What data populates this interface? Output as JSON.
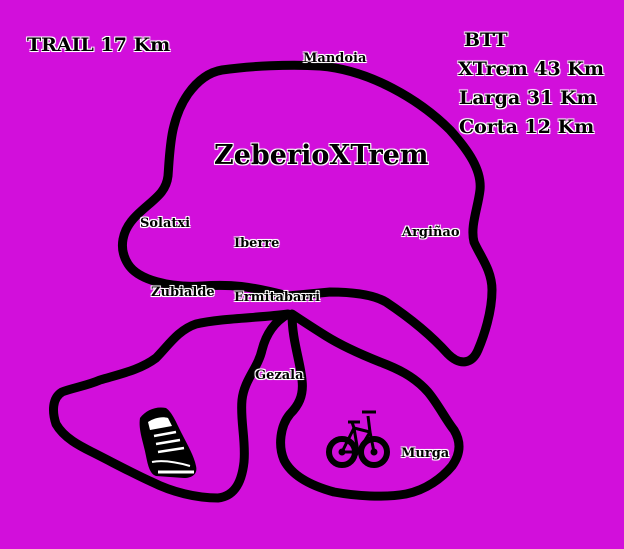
{
  "title": "ZeberioXTrem",
  "trail": {
    "label": "TRAIL 17 Km"
  },
  "btt": {
    "heading": "BTT",
    "routes": [
      "XTrem 43 Km",
      "Larga 31 Km",
      "Corta 12 Km"
    ]
  },
  "places": {
    "mandoia": "Mandoia",
    "solatxi": "Solatxi",
    "iberre": "Iberre",
    "arginao": "Argiñao",
    "zubialde": "Zubialde",
    "ermitabarri": "Ermitabarri",
    "gezala": "Gezala",
    "murga": "Murga"
  },
  "colors": {
    "background": "#d20fdb",
    "route": "#000000",
    "label_outline": "#ffffff"
  },
  "icons": {
    "trail": "running-shoe-icon",
    "btt": "mountain-bike-icon"
  }
}
